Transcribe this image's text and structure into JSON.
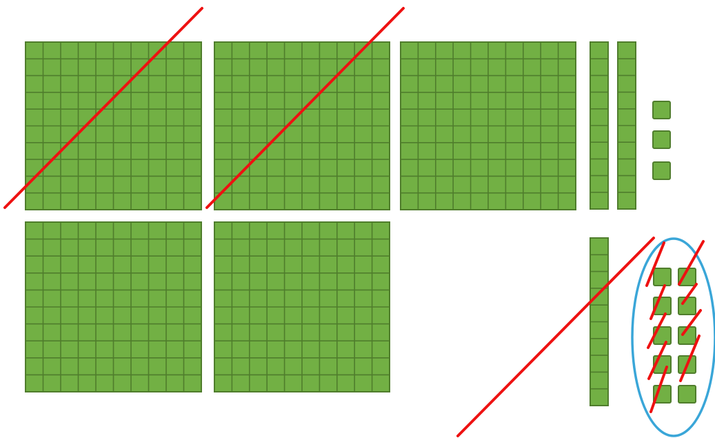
{
  "colors": {
    "block_fill": "#72b044",
    "block_border": "#4f7d2c",
    "cross_out": "#ee1111",
    "circle": "#3aa6d8",
    "background": "#ffffff"
  },
  "blocks": {
    "hundreds": {
      "count": 5,
      "crossed_out": 2
    },
    "tens": {
      "count": 3,
      "crossed_out": 1
    },
    "ones": {
      "count": 13,
      "crossed_out": 9,
      "circled": 10
    }
  }
}
